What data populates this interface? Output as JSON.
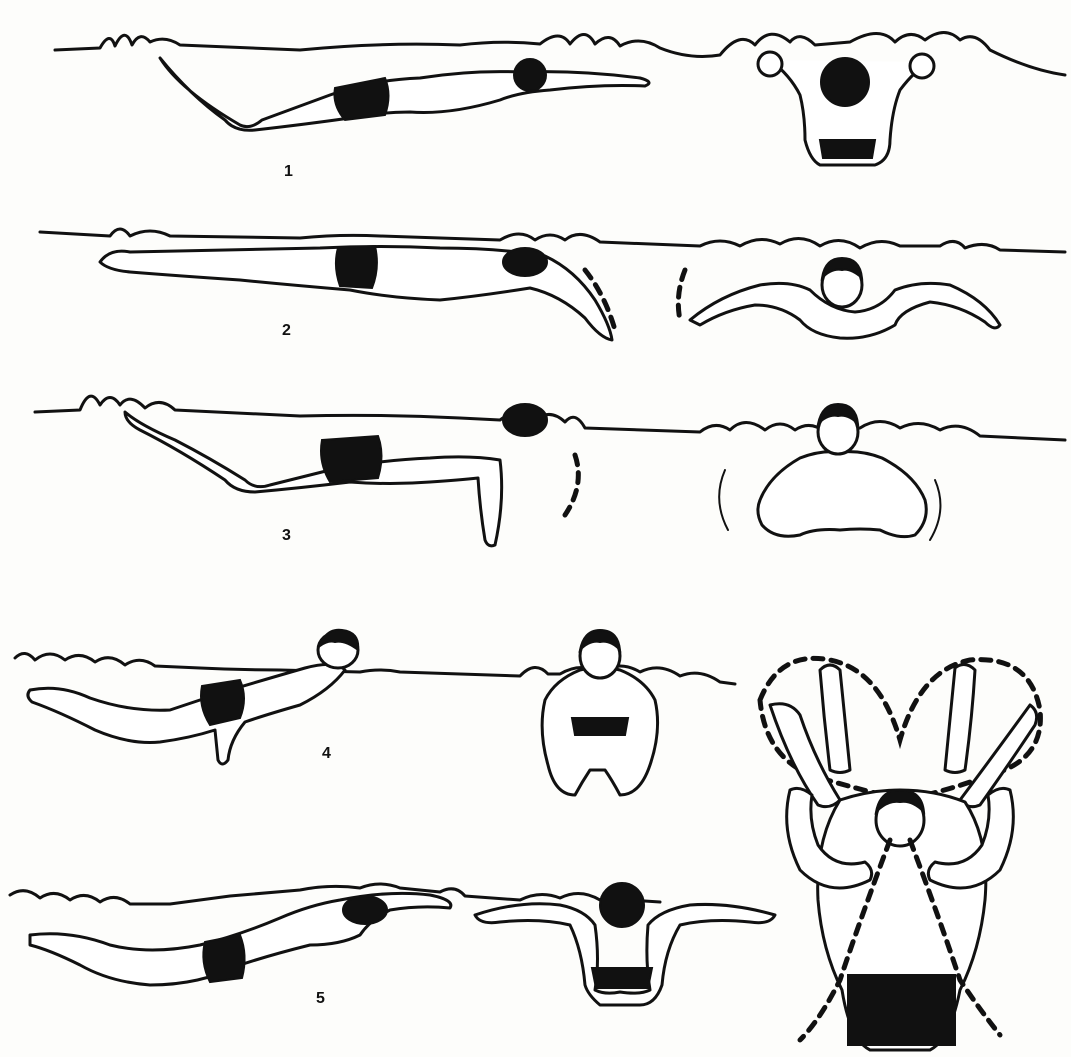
{
  "steps": [
    {
      "label": "1"
    },
    {
      "label": "2"
    },
    {
      "label": "3"
    },
    {
      "label": "4"
    },
    {
      "label": "5"
    }
  ],
  "colors": {
    "ink": "#111111",
    "paper": "#fdfdfb"
  }
}
